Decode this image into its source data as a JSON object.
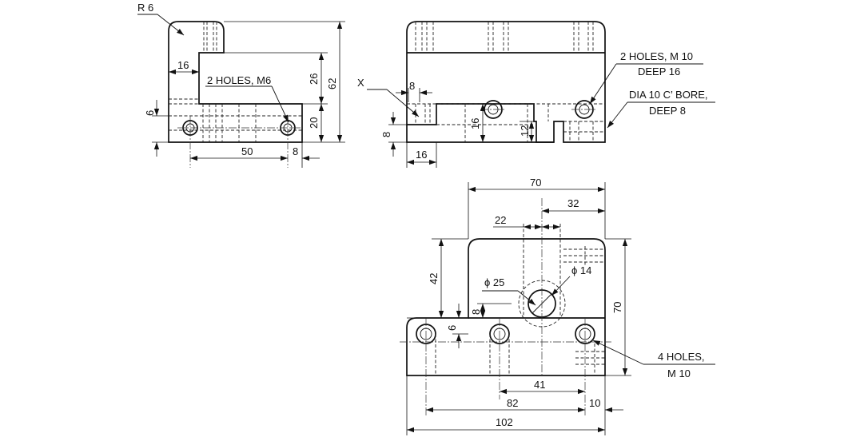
{
  "labels": {
    "r6": "R 6",
    "d16_left": "16",
    "holes_m6": "2 HOLES, M6",
    "d26": "26",
    "d62": "62",
    "d6_left": "6",
    "d20": "20",
    "d50": "50",
    "d8_left": "8",
    "x_mark": "X",
    "d8_top": "8",
    "d8_side": "8",
    "d16_bottom": "16",
    "d16_depth": "16",
    "d12": "12",
    "holes_m10_line1": "2 HOLES, M 10",
    "holes_m10_line2": "DEEP 16",
    "cbore_line1": "DIA 10 C’ BORE,",
    "cbore_line2": "DEEP 8",
    "d70_top": "70",
    "d32": "32",
    "d22": "22",
    "d42": "42",
    "phi25": "ϕ 25",
    "phi14": "ϕ 14",
    "d8_plan": "8",
    "d6_plan": "6",
    "d70_side": "70",
    "holes4_line1": "4 HOLES,",
    "holes4_line2": "M 10",
    "d41": "41",
    "d82": "82",
    "d10": "10",
    "d102": "102"
  }
}
